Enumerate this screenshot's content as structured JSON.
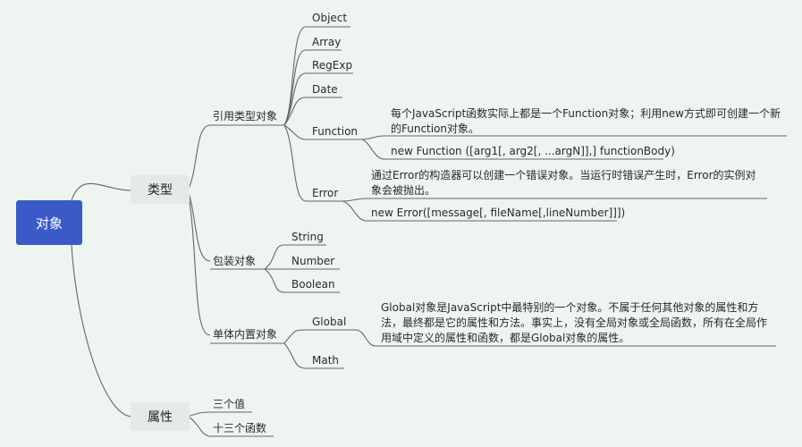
{
  "root": "对象",
  "types": {
    "label": "类型",
    "reference": {
      "label": "引用类型对象",
      "items": [
        "Object",
        "Array",
        "RegExp",
        "Date",
        "Function",
        "Error"
      ],
      "function_desc": "每个JavaScript函数实际上都是一个Function对象；利用new方式即可创建一个新的Function对象。",
      "function_syntax": "new Function ([arg1[, arg2[, ...argN]],] functionBody)",
      "error_desc": "通过Error的构造器可以创建一个错误对象。当运行时错误产生时，Error的实例对象会被抛出。",
      "error_syntax": "new Error([message[, fileName[,lineNumber]]])"
    },
    "wrapper": {
      "label": "包装对象",
      "items": [
        "String",
        "Number",
        "Boolean"
      ]
    },
    "builtin": {
      "label": "单体内置对象",
      "items": [
        "Global",
        "Math"
      ],
      "global_desc": "Global对象是JavaScript中最特别的一个对象。不属于任何其他对象的属性和方法，最终都是它的属性和方法。事实上，没有全局对象或全局函数，所有在全局作用域中定义的属性和函数，都是Global对象的属性。"
    }
  },
  "props": {
    "label": "属性",
    "items": [
      "三个值",
      "十三个函数"
    ]
  },
  "colors": {
    "root": "#3a5bc7",
    "branch": "#e4ebe6",
    "line": "#5f6a64",
    "background": "#eef4ef"
  }
}
